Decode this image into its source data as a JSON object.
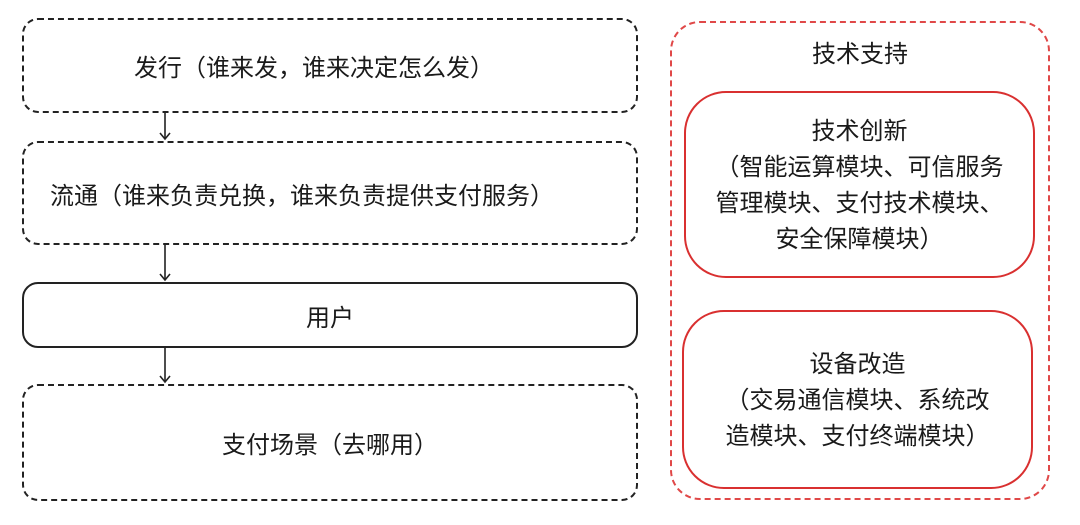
{
  "flow": {
    "issuance": "发行（谁来发，谁来决定怎么发）",
    "circulation": "流通（谁来负责兑换，谁来负责提供支付服务）",
    "user": "用户",
    "scenario": "支付场景（去哪用）"
  },
  "tech": {
    "title": "技术支持",
    "innovation": {
      "heading": "技术创新",
      "lines": [
        "（智能运算模块、可信服务",
        "管理模块、支付技术模块、",
        "安全保障模块）"
      ]
    },
    "equipment": {
      "heading": "设备改造",
      "lines": [
        "（交易通信模块、系统改",
        "造模块、支付终端模块）"
      ]
    }
  },
  "colors": {
    "flow_border": "#222222",
    "tech_border": "#e04848"
  }
}
